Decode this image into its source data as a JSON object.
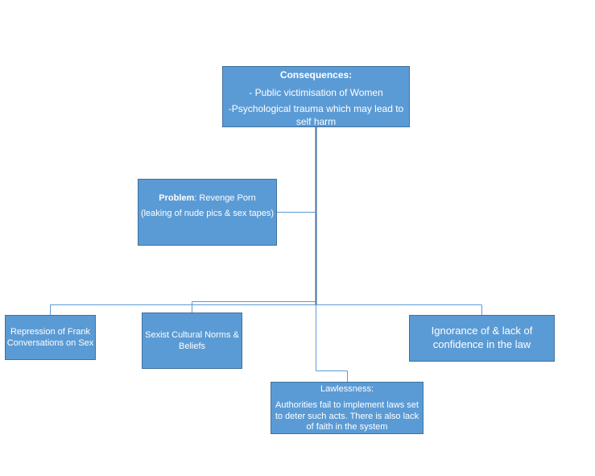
{
  "consequences": {
    "title": "Consequences:",
    "line1": "- Public victimisation of Women",
    "line2": "-Psychological trauma which may lead to self harm"
  },
  "problem": {
    "label": "Problem",
    "text": ": Revenge Porn",
    "subtext": "(leaking of nude pics & sex tapes)"
  },
  "causes": {
    "repression": "Repression of Frank Conversations on Sex",
    "sexist": "Sexist Cultural Norms & Beliefs",
    "ignorance": "Ignorance of & lack of confidence in the law",
    "lawlessness": {
      "title": "Lawlessness:",
      "body": "Authorities fail to implement laws set to deter such acts. There is also lack of faith in the system"
    }
  },
  "colors": {
    "box_fill": "#5b9bd5",
    "box_border": "#41719c",
    "connector": "#5b9bd5",
    "text": "#ffffff"
  }
}
